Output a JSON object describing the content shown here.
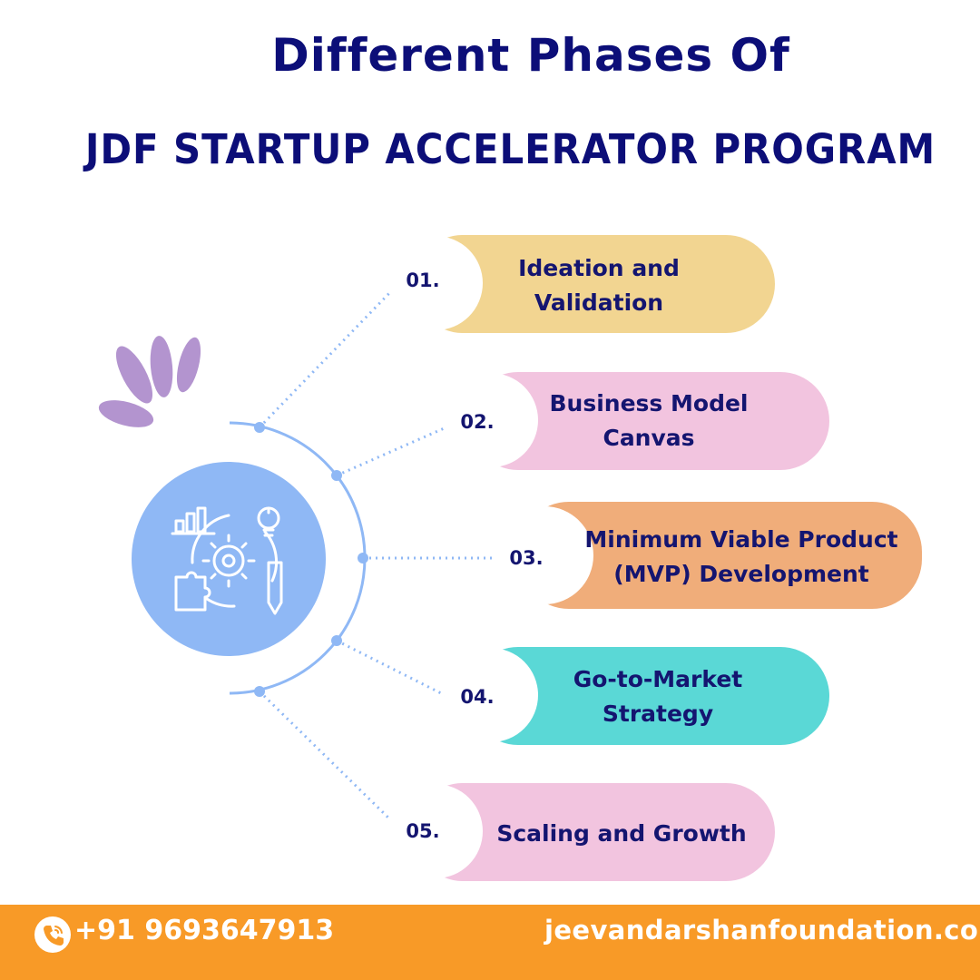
{
  "header": {
    "title_line1": "Different Phases Of",
    "title_line2": "JDF STARTUP ACCELERATOR PROGRAM"
  },
  "phases": [
    {
      "number": "01.",
      "label_line1": "Ideation and",
      "label_line2": "Validation",
      "color": "#f2d591"
    },
    {
      "number": "02.",
      "label_line1": "Business Model",
      "label_line2": "Canvas",
      "color": "#f2c4df"
    },
    {
      "number": "03.",
      "label_line1": "Minimum Viable Product",
      "label_line2": "(MVP) Development",
      "color": "#f0ad7a"
    },
    {
      "number": "04.",
      "label_line1": "Go-to-Market",
      "label_line2": "Strategy",
      "color": "#5ad8d6"
    },
    {
      "number": "05.",
      "label_line1": "Scaling and Growth",
      "label_line2": "",
      "color": "#f2c4df"
    }
  ],
  "hub": {
    "icon": "business-strategy-icon",
    "color": "#8fb8f5"
  },
  "footer": {
    "phone": "+91 9693647913",
    "website": "jeevandarshanfoundation.com",
    "color": "#f89a27"
  }
}
